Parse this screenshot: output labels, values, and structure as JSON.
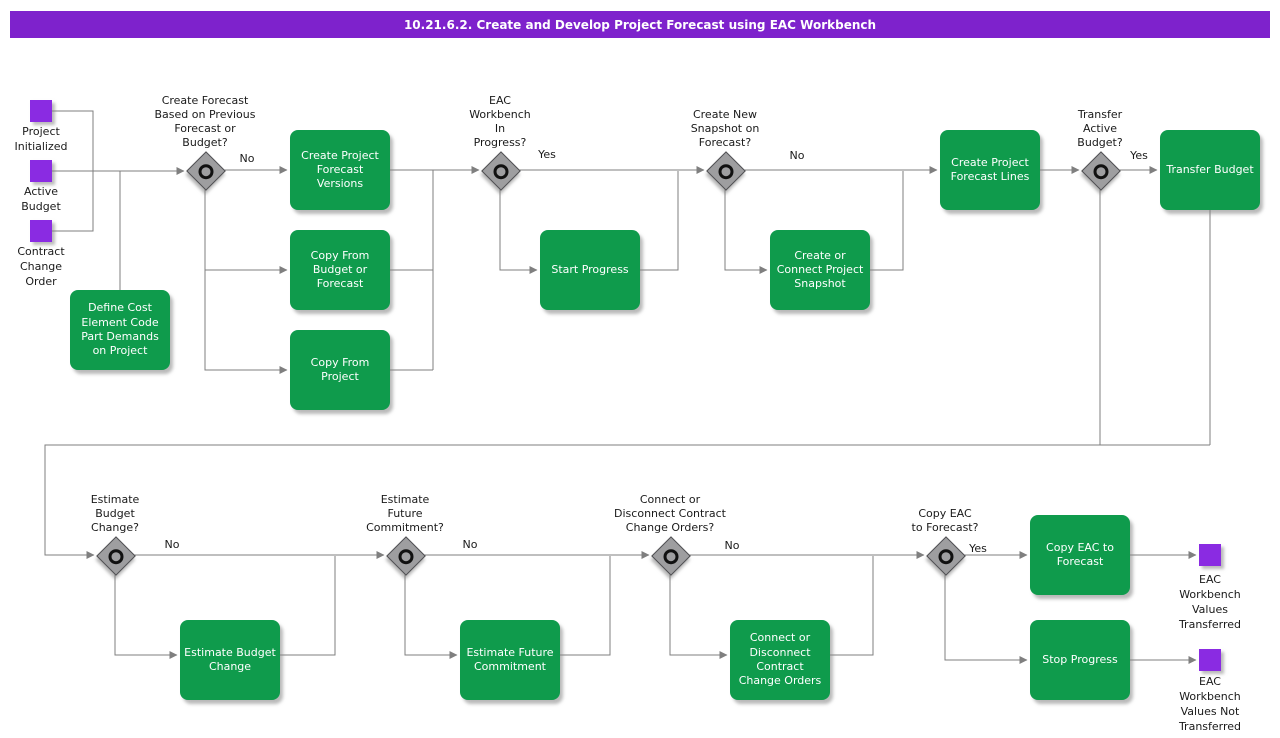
{
  "title": "10.21.6.2. Create and Develop Project Forecast using EAC Workbench",
  "colors": {
    "banner_purple": "#7E22CC",
    "event_purple": "#8A2BE2",
    "activity_green": "#0F9B4C",
    "line_gray": "#7F7F7F",
    "decision_gray": "#9E9EA0"
  },
  "events": [
    {
      "id": "project-initialized",
      "label": "Project\nInitialized"
    },
    {
      "id": "active-budget",
      "label": "Active\nBudget"
    },
    {
      "id": "contract-change-order",
      "label": "Contract\nChange\nOrder"
    },
    {
      "id": "eac-workbench-values-transferred",
      "label": "EAC\nWorkbench\nValues\nTransferred"
    },
    {
      "id": "eac-workbench-values-not-transferred",
      "label": "EAC\nWorkbench\nValues Not\nTransferred"
    }
  ],
  "decisions": [
    {
      "id": "create-forecast-based-on-previous",
      "question": "Create Forecast\nBased on Previous\nForecast or\nBudget?",
      "branch_label": "No"
    },
    {
      "id": "eac-workbench-in-progress",
      "question": "EAC\nWorkbench\nIn\nProgress?",
      "branch_label": "Yes"
    },
    {
      "id": "create-new-snapshot-on-forecast",
      "question": "Create New\nSnapshot on\nForecast?",
      "branch_label": "No"
    },
    {
      "id": "transfer-active-budget",
      "question": "Transfer\nActive\nBudget?",
      "branch_label": "Yes"
    },
    {
      "id": "estimate-budget-change-q",
      "question": "Estimate\nBudget\nChange?",
      "branch_label": "No"
    },
    {
      "id": "estimate-future-commitment-q",
      "question": "Estimate\nFuture\nCommitment?",
      "branch_label": "No"
    },
    {
      "id": "connect-or-disconnect-contract-change-orders-q",
      "question": "Connect or\nDisconnect Contract\nChange Orders?",
      "branch_label": "No"
    },
    {
      "id": "copy-eac-to-forecast-q",
      "question": "Copy EAC\nto Forecast?",
      "branch_label": "Yes"
    }
  ],
  "activities": [
    {
      "id": "create-project-forecast-versions",
      "label": "Create Project\nForecast\nVersions"
    },
    {
      "id": "copy-from-budget-or-forecast",
      "label": "Copy From\nBudget or\nForecast"
    },
    {
      "id": "copy-from-project",
      "label": "Copy From\nProject"
    },
    {
      "id": "define-cost-element-code-part-demands-on-project",
      "label": "Define Cost\nElement Code\nPart Demands\non Project"
    },
    {
      "id": "start-progress",
      "label": "Start Progress"
    },
    {
      "id": "create-or-connect-project-snapshot",
      "label": "Create or\nConnect Project\nSnapshot"
    },
    {
      "id": "create-project-forecast-lines",
      "label": "Create Project\nForecast Lines"
    },
    {
      "id": "transfer-budget",
      "label": "Transfer Budget"
    },
    {
      "id": "estimate-budget-change",
      "label": "Estimate Budget\nChange"
    },
    {
      "id": "estimate-future-commitment",
      "label": "Estimate Future\nCommitment"
    },
    {
      "id": "connect-or-disconnect-contract-change-orders",
      "label": "Connect or\nDisconnect\nContract\nChange Orders"
    },
    {
      "id": "copy-eac-to-forecast",
      "label": "Copy EAC to\nForecast"
    },
    {
      "id": "stop-progress",
      "label": "Stop Progress"
    }
  ]
}
